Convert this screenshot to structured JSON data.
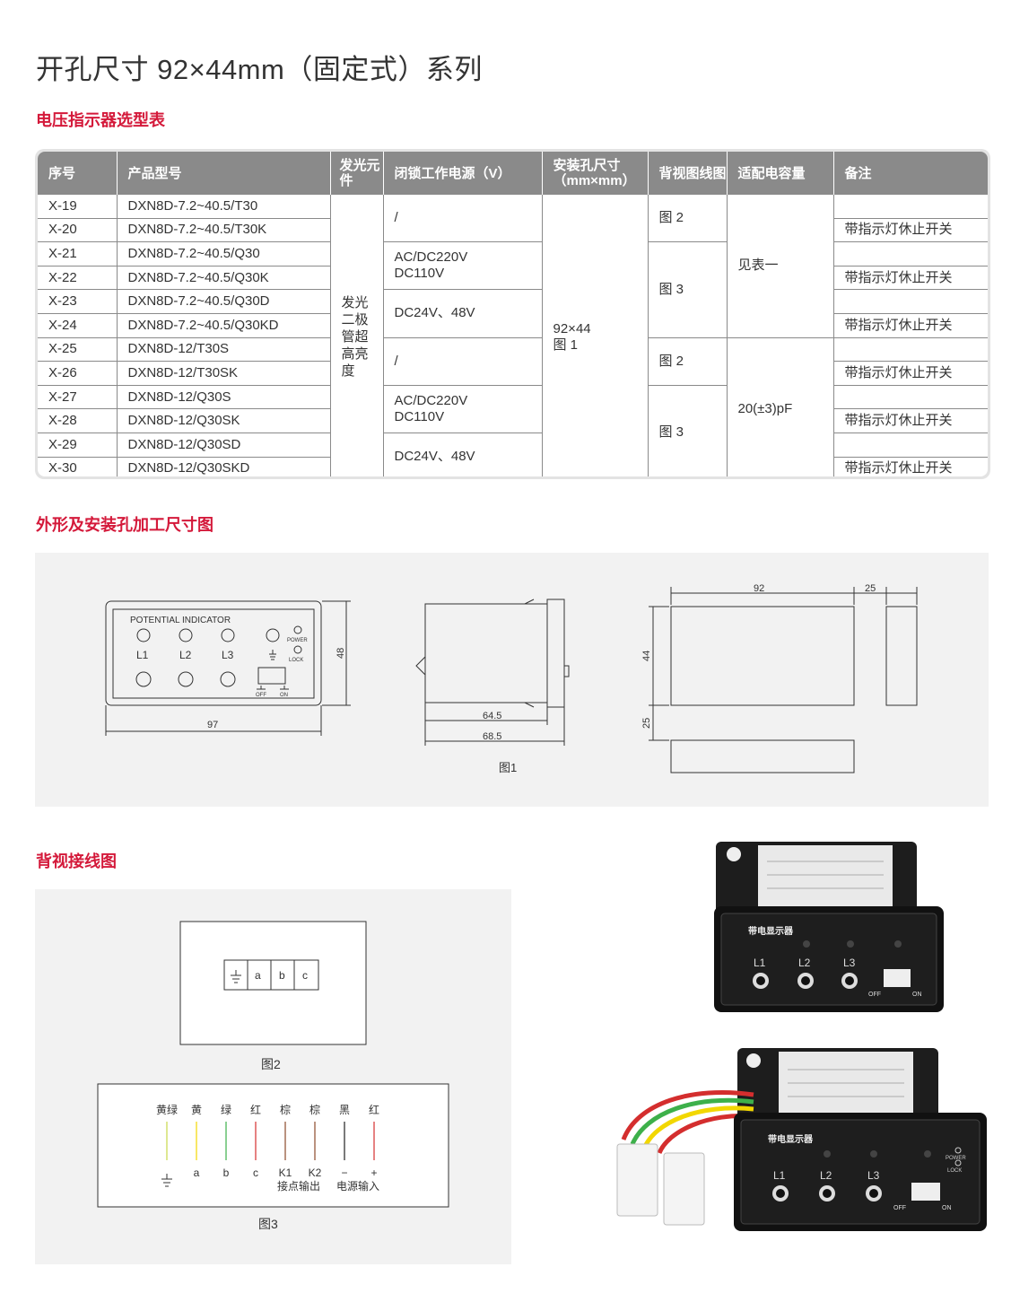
{
  "title": "开孔尺寸 92×44mm（固定式）系列",
  "sections": {
    "table_title": "电压指示器选型表",
    "drawing_title": "外形及安装孔加工尺寸图",
    "wiring_title": "背视接线图"
  },
  "table": {
    "headers": [
      "序号",
      "产品型号",
      "发光元件",
      "闭锁工作电源（V）",
      "安装孔尺寸（mm×mm）",
      "背视图线图",
      "适配电容量",
      "备注"
    ],
    "rows": [
      {
        "no": "X-19",
        "model": "DXN8D-7.2~40.5/T30"
      },
      {
        "no": "X-20",
        "model": "DXN8D-7.2~40.5/T30K"
      },
      {
        "no": "X-21",
        "model": "DXN8D-7.2~40.5/Q30"
      },
      {
        "no": "X-22",
        "model": "DXN8D-7.2~40.5/Q30K"
      },
      {
        "no": "X-23",
        "model": "DXN8D-7.2~40.5/Q30D"
      },
      {
        "no": "X-24",
        "model": "DXN8D-7.2~40.5/Q30KD"
      },
      {
        "no": "X-25",
        "model": "DXN8D-12/T30S"
      },
      {
        "no": "X-26",
        "model": "DXN8D-12/T30SK"
      },
      {
        "no": "X-27",
        "model": "DXN8D-12/Q30S"
      },
      {
        "no": "X-28",
        "model": "DXN8D-12/Q30SK"
      },
      {
        "no": "X-29",
        "model": "DXN8D-12/Q30SD"
      },
      {
        "no": "X-30",
        "model": "DXN8D-12/Q30SKD"
      }
    ],
    "light_element": "发光二极管超高亮度",
    "power": {
      "none": "/",
      "ac_dc_1": "AC/DC220V",
      "ac_dc_2": "DC110V",
      "dc": "DC24V、48V"
    },
    "hole_size_1": "92×44",
    "hole_size_2": "图 1",
    "wiring_fig2": "图 2",
    "wiring_fig3": "图 3",
    "capacity_a": "见表一",
    "capacity_b": "20(±3)pF",
    "remark": "带指示灯休止开关"
  },
  "drawing": {
    "panel_label": "POTENTIAL INDICATOR",
    "power": "POWER",
    "lock": "LOCK",
    "l1": "L1",
    "l2": "L2",
    "l3": "L3",
    "off": "OFF",
    "on": "ON",
    "dim_97": "97",
    "dim_48": "48",
    "dim_64_5": "64.5",
    "dim_68_5": "68.5",
    "dim_92": "92",
    "dim_25a": "25",
    "dim_44": "44",
    "dim_25b": "25",
    "fig1": "图1"
  },
  "wiring": {
    "fig2_terminals": [
      "a",
      "b",
      "c"
    ],
    "fig2": "图2",
    "fig3": "图3",
    "colors": [
      "黄绿",
      "黄",
      "绿",
      "红",
      "棕",
      "棕",
      "黑",
      "红"
    ],
    "terminals": [
      "a",
      "b",
      "c",
      "K1",
      "K2",
      "−",
      "+"
    ],
    "contact_output": "接点输出",
    "power_input": "电源输入",
    "wire_colors": [
      "#c8d94a",
      "#f2d700",
      "#3db04a",
      "#d42e2e",
      "#8b4a2a",
      "#8b4a2a",
      "#222222",
      "#d42e2e"
    ]
  },
  "photo": {
    "device_label": "带电显示器",
    "l1": "L1",
    "l2": "L2",
    "l3": "L3",
    "off": "OFF",
    "on": "ON",
    "power": "POWER",
    "lock": "LOCK"
  }
}
